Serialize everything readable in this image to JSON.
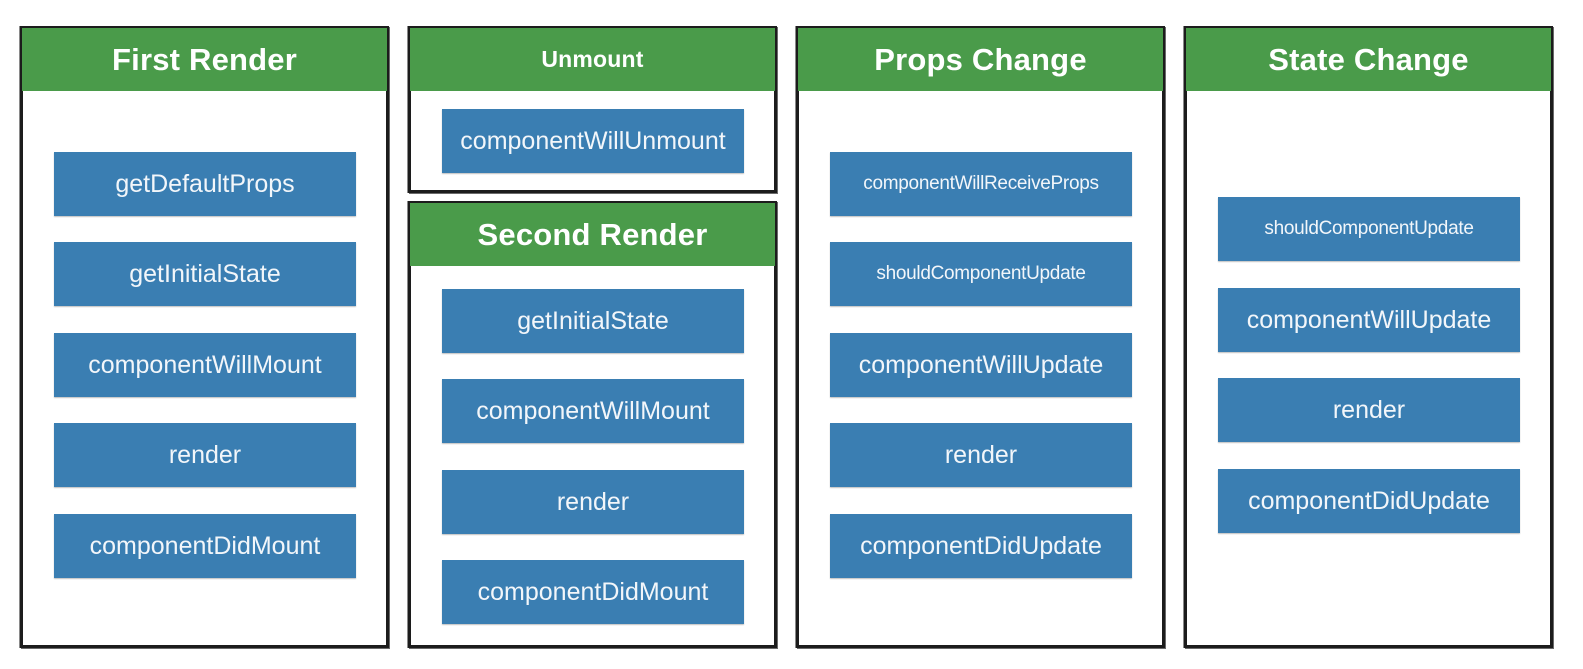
{
  "panels": {
    "first_render": {
      "title": "First Render",
      "methods": [
        "getDefaultProps",
        "getInitialState",
        "componentWillMount",
        "render",
        "componentDidMount"
      ]
    },
    "unmount": {
      "title": "Unmount",
      "methods": [
        "componentWillUnmount"
      ]
    },
    "second_render": {
      "title": "Second Render",
      "methods": [
        "getInitialState",
        "componentWillMount",
        "render",
        "componentDidMount"
      ]
    },
    "props_change": {
      "title": "Props Change",
      "methods": [
        "componentWillReceiveProps",
        "shouldComponentUpdate",
        "componentWillUpdate",
        "render",
        "componentDidUpdate"
      ]
    },
    "state_change": {
      "title": "State Change",
      "methods": [
        "shouldComponentUpdate",
        "componentWillUpdate",
        "render",
        "componentDidUpdate"
      ]
    }
  },
  "colors": {
    "header_green": "#4a9b4a",
    "method_blue": "#3a7eb2",
    "border": "#1c1c1c"
  }
}
